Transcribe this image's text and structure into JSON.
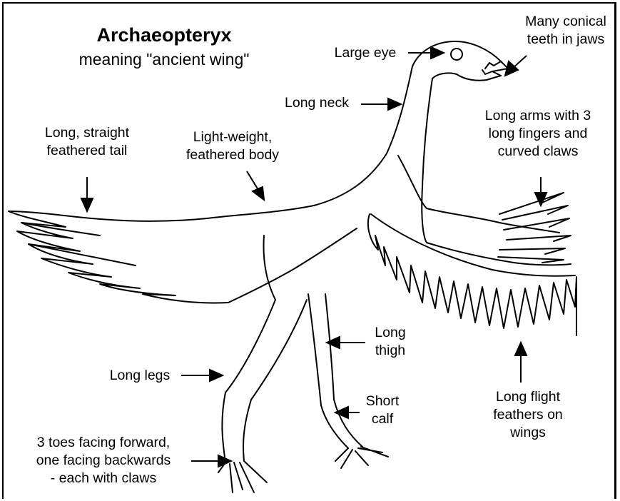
{
  "title": "Archaeopteryx",
  "subtitle": "meaning \"ancient wing\"",
  "labels": {
    "teeth": [
      "Many conical",
      "teeth in jaws"
    ],
    "eye": [
      "Large eye"
    ],
    "neck": [
      "Long neck"
    ],
    "tail": [
      "Long, straight",
      "feathered tail"
    ],
    "body": [
      "Light-weight,",
      "feathered body"
    ],
    "arms": [
      "Long arms with 3",
      "long fingers and",
      "curved claws"
    ],
    "thigh": [
      "Long",
      "thigh"
    ],
    "legs": [
      "Long legs"
    ],
    "calf": [
      "Short",
      "calf"
    ],
    "feathers": [
      "Long flight",
      "feathers on",
      "wings"
    ],
    "toes": [
      "3 toes facing forward,",
      "one facing backwards",
      "- each with claws"
    ]
  },
  "colors": {
    "ink": "#000000",
    "background": "#ffffff"
  }
}
